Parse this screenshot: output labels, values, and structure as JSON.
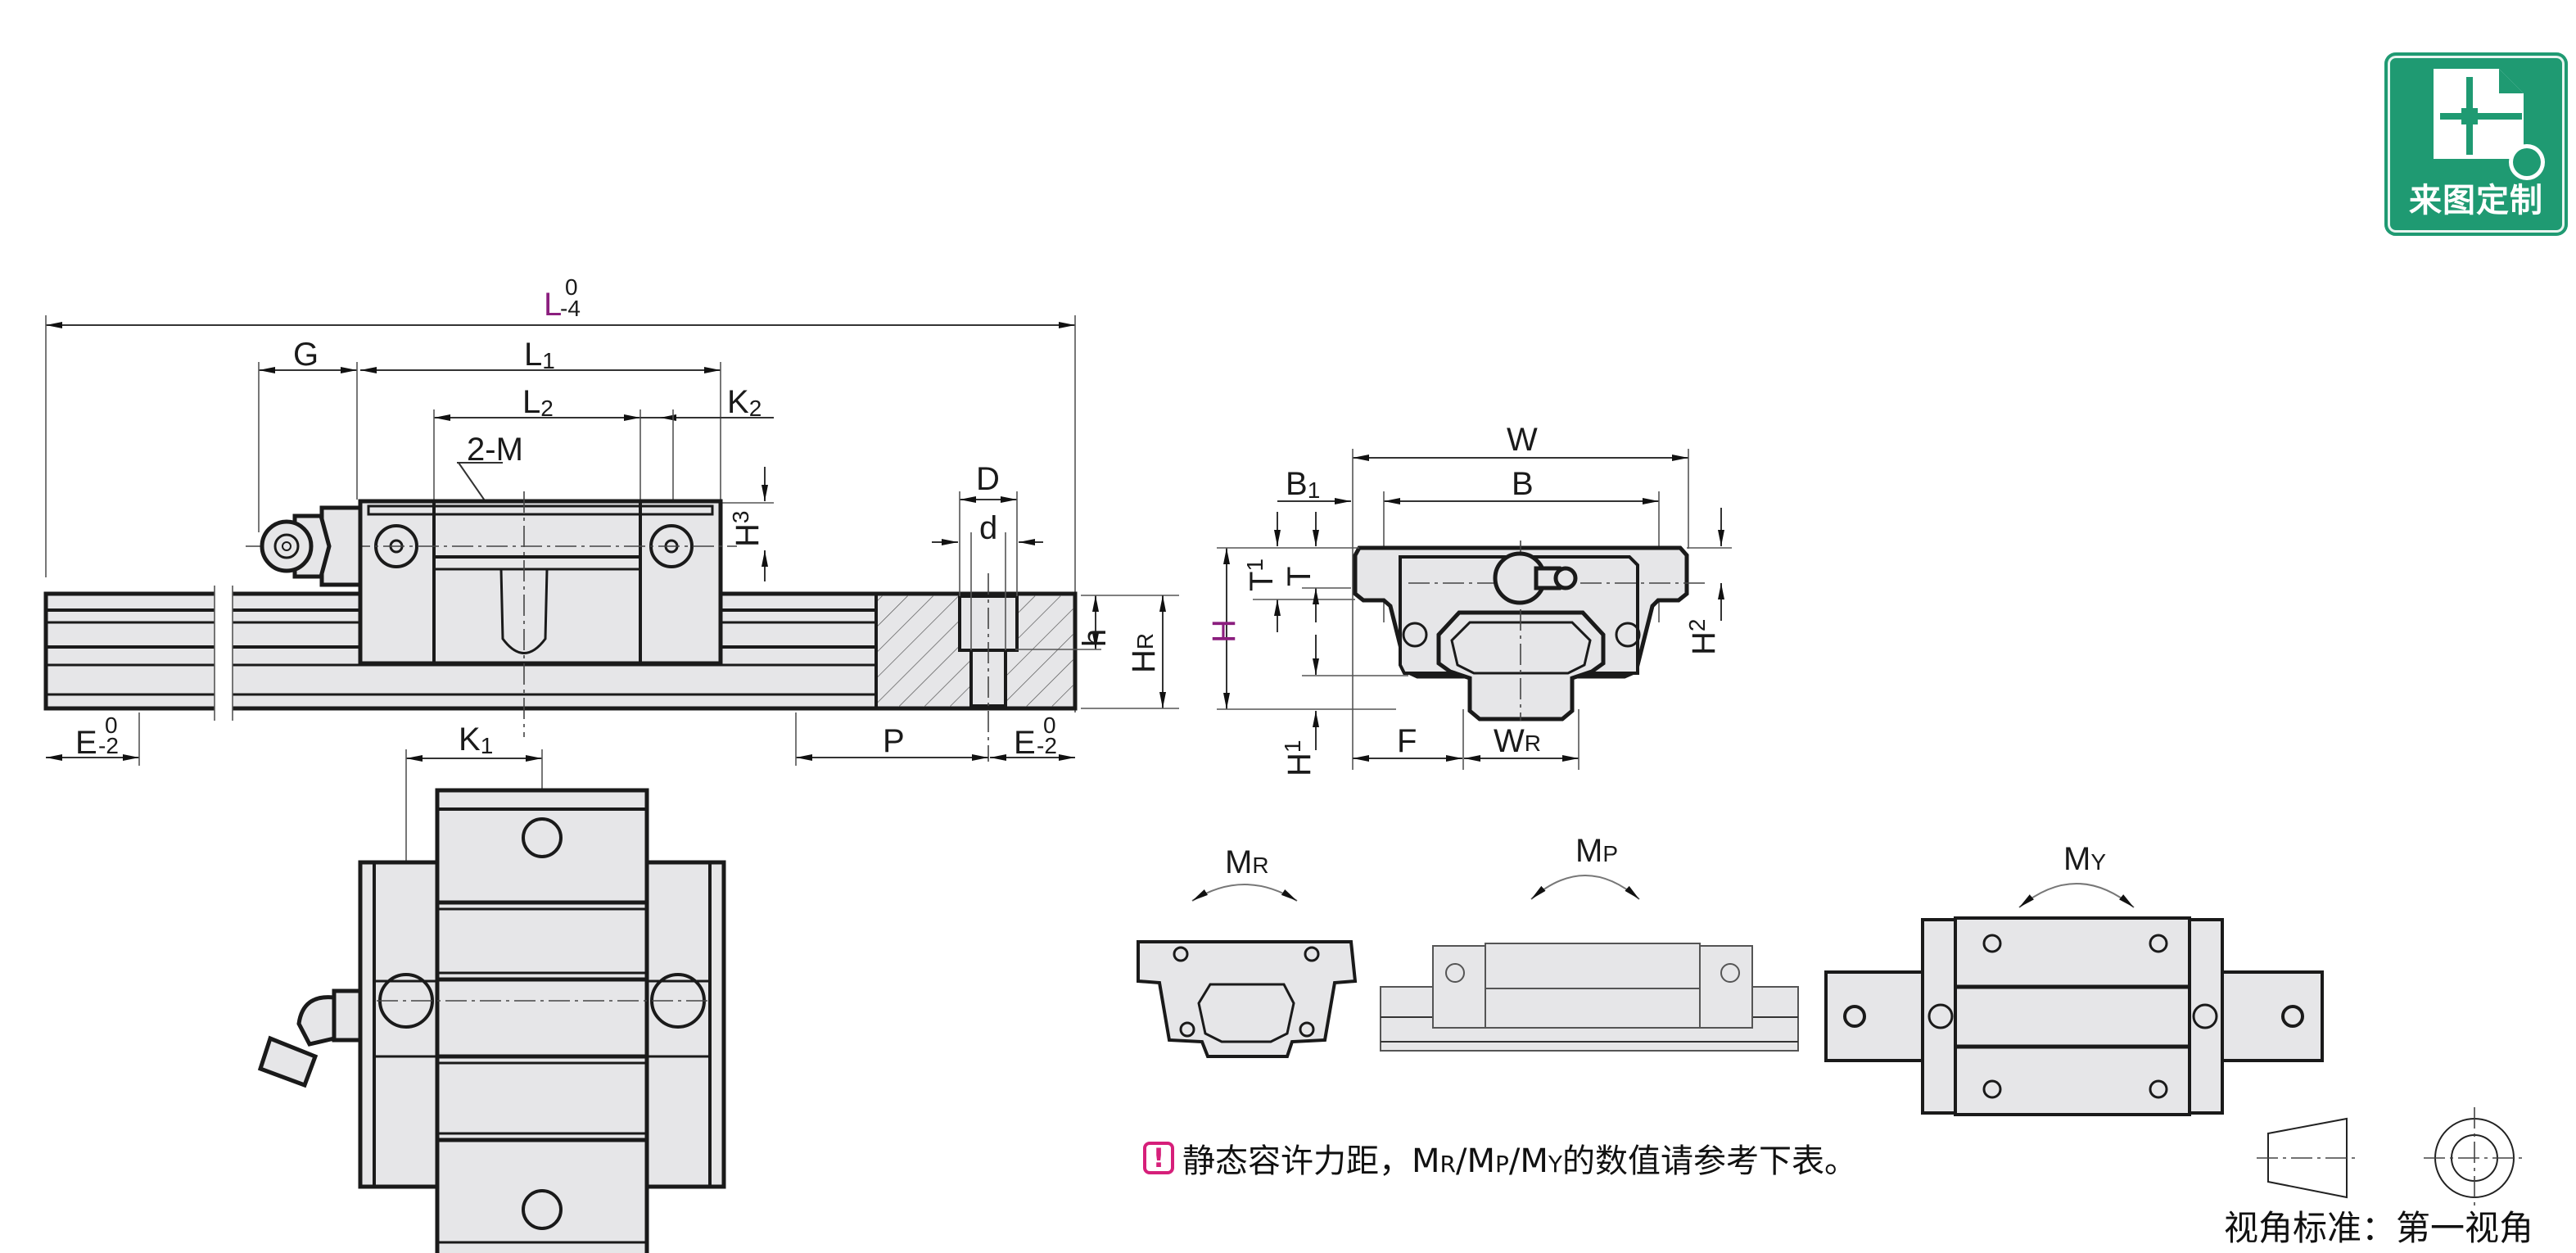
{
  "badge": {
    "label": "来图定制",
    "icon": "custom-drawing-icon",
    "color": "#1f9a72"
  },
  "colors": {
    "accent": "#8b1e7e",
    "part_fill": "#e6e6e8",
    "warning": "#d61f7a"
  },
  "front_view": {
    "labels": {
      "L": "L",
      "L_tol_upper": "0",
      "L_tol_lower": "-4",
      "G": "G",
      "L1_main": "L",
      "L1_sub": "1",
      "L2_main": "L",
      "L2_sub": "2",
      "K2_main": "K",
      "K2_sub": "2",
      "M": "2-M",
      "H3_main": "H",
      "H3_sub": "3",
      "D": "D",
      "d": "d",
      "h": "h",
      "HR_main": "H",
      "HR_sub": "R",
      "P": "P",
      "E_left": "E",
      "E_left_upper": "0",
      "E_left_lower": "-2",
      "E_right": "E",
      "E_right_upper": "0",
      "E_right_lower": "-2"
    }
  },
  "top_view": {
    "labels": {
      "K1_main": "K",
      "K1_sub": "1"
    }
  },
  "end_view": {
    "labels": {
      "W": "W",
      "B": "B",
      "B1_main": "B",
      "B1_sub": "1",
      "T": "T",
      "T1_main": "T",
      "T1_sub": "1",
      "H": "H",
      "H1_main": "H",
      "H1_sub": "1",
      "H2_main": "H",
      "H2_sub": "2",
      "F": "F",
      "WR_main": "W",
      "WR_sub": "R"
    }
  },
  "moments": [
    {
      "main": "M",
      "sub": "R"
    },
    {
      "main": "M",
      "sub": "P"
    },
    {
      "main": "M",
      "sub": "Y"
    }
  ],
  "note": {
    "icon": "warning-icon",
    "text_before": "静态容许力距，",
    "m1": "M",
    "s1": "R",
    "sep1": "/",
    "m2": "M",
    "s2": "P",
    "sep2": "/",
    "m3": "M",
    "s3": "Y",
    "text_after": "的数值请参考下表。"
  },
  "projection": {
    "label": "视角标准：第一视角"
  }
}
